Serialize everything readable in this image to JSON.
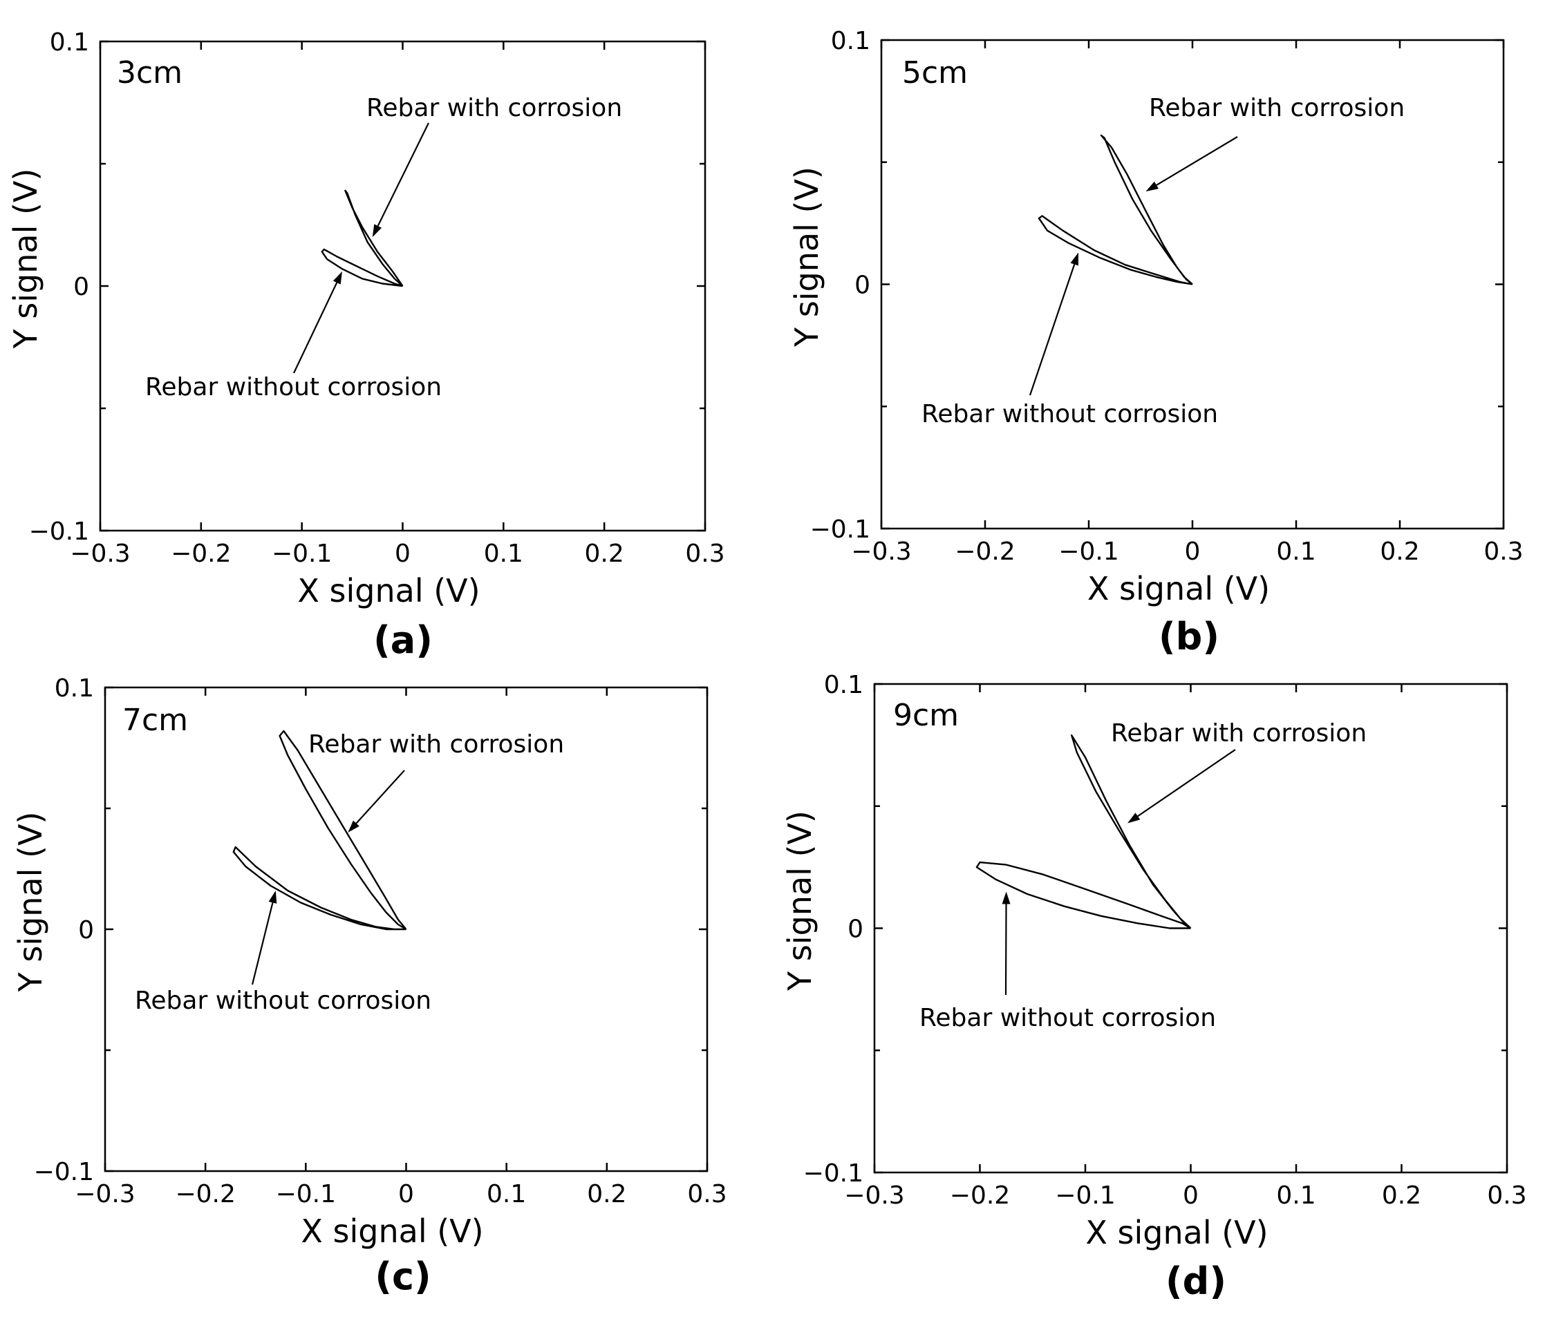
{
  "chart_data": [
    {
      "type": "line",
      "panel": "(a)",
      "depth_label": "3cm",
      "xlabel": "X signal (V)",
      "ylabel": "Y signal (V)",
      "xlim": [
        -0.3,
        0.3
      ],
      "ylim": [
        -0.1,
        0.1
      ],
      "xticks": [
        "−0.3",
        "−0.2",
        "−0.1",
        "0",
        "0.1",
        "0.2",
        "0.3"
      ],
      "yticks": [
        "−0.1",
        "0",
        "0.1"
      ],
      "grid": false,
      "annotations": [
        {
          "text": "Rebar with corrosion",
          "arrow_to": [
            -0.03,
            0.02
          ]
        },
        {
          "text": "Rebar without corrosion",
          "arrow_to": [
            -0.06,
            0.006
          ]
        }
      ],
      "series": [
        {
          "name": "Rebar with corrosion",
          "x": [
            0,
            -0.01,
            -0.025,
            -0.04,
            -0.05,
            -0.057,
            -0.055,
            -0.047,
            -0.035,
            -0.02,
            -0.008,
            0
          ],
          "y": [
            0,
            0.006,
            0.014,
            0.024,
            0.032,
            0.039,
            0.038,
            0.029,
            0.018,
            0.009,
            0.003,
            0
          ]
        },
        {
          "name": "Rebar without corrosion",
          "x": [
            0,
            -0.02,
            -0.04,
            -0.06,
            -0.075,
            -0.08,
            -0.078,
            -0.065,
            -0.045,
            -0.025,
            -0.008,
            0
          ],
          "y": [
            0,
            0.001,
            0.003,
            0.007,
            0.011,
            0.014,
            0.015,
            0.012,
            0.008,
            0.004,
            0.001,
            0
          ]
        }
      ]
    },
    {
      "type": "line",
      "panel": "(b)",
      "depth_label": "5cm",
      "xlabel": "X signal (V)",
      "ylabel": "Y signal (V)",
      "xlim": [
        -0.3,
        0.3
      ],
      "ylim": [
        -0.1,
        0.1
      ],
      "xticks": [
        "−0.3",
        "−0.2",
        "−0.1",
        "0",
        "0.1",
        "0.2",
        "0.3"
      ],
      "yticks": [
        "−0.1",
        "0",
        "0.1"
      ],
      "grid": false,
      "annotations": [
        {
          "text": "Rebar with corrosion",
          "arrow_to": [
            -0.045,
            0.038
          ]
        },
        {
          "text": "Rebar without corrosion",
          "arrow_to": [
            -0.11,
            0.013
          ]
        }
      ],
      "series": [
        {
          "name": "Rebar with corrosion",
          "x": [
            0,
            -0.006,
            -0.015,
            -0.028,
            -0.045,
            -0.063,
            -0.078,
            -0.088,
            -0.085,
            -0.075,
            -0.058,
            -0.04,
            -0.022,
            -0.008,
            0
          ],
          "y": [
            0,
            0.002,
            0.007,
            0.016,
            0.03,
            0.045,
            0.056,
            0.061,
            0.06,
            0.05,
            0.035,
            0.022,
            0.011,
            0.003,
            0
          ]
        },
        {
          "name": "Rebar without corrosion",
          "x": [
            0,
            -0.015,
            -0.035,
            -0.06,
            -0.09,
            -0.12,
            -0.14,
            -0.148,
            -0.145,
            -0.125,
            -0.095,
            -0.065,
            -0.035,
            -0.012,
            0
          ],
          "y": [
            0,
            0.001,
            0.003,
            0.006,
            0.011,
            0.017,
            0.022,
            0.027,
            0.028,
            0.022,
            0.014,
            0.008,
            0.004,
            0.001,
            0
          ]
        }
      ]
    },
    {
      "type": "line",
      "panel": "(c)",
      "depth_label": "7cm",
      "xlabel": "X signal (V)",
      "ylabel": "Y signal (V)",
      "xlim": [
        -0.3,
        0.3
      ],
      "ylim": [
        -0.1,
        0.1
      ],
      "xticks": [
        "−0.3",
        "−0.2",
        "−0.1",
        "0",
        "0.1",
        "0.2",
        "0.3"
      ],
      "yticks": [
        "−0.1",
        "0",
        "0.1"
      ],
      "grid": false,
      "annotations": [
        {
          "text": "Rebar with corrosion",
          "arrow_to": [
            -0.058,
            0.04
          ]
        },
        {
          "text": "Rebar without corrosion",
          "arrow_to": [
            -0.13,
            0.016
          ]
        }
      ],
      "series": [
        {
          "name": "Rebar with corrosion",
          "x": [
            0,
            -0.008,
            -0.02,
            -0.035,
            -0.055,
            -0.078,
            -0.1,
            -0.118,
            -0.126,
            -0.122,
            -0.108,
            -0.088,
            -0.065,
            -0.042,
            -0.022,
            -0.008,
            0
          ],
          "y": [
            0,
            0.002,
            0.007,
            0.015,
            0.027,
            0.042,
            0.058,
            0.072,
            0.08,
            0.082,
            0.074,
            0.06,
            0.044,
            0.028,
            0.014,
            0.004,
            0
          ]
        },
        {
          "name": "Rebar without corrosion",
          "x": [
            0,
            -0.02,
            -0.045,
            -0.075,
            -0.105,
            -0.135,
            -0.16,
            -0.172,
            -0.17,
            -0.15,
            -0.118,
            -0.085,
            -0.055,
            -0.03,
            -0.012,
            0
          ],
          "y": [
            0,
            0.0,
            0.002,
            0.006,
            0.011,
            0.018,
            0.026,
            0.032,
            0.034,
            0.026,
            0.016,
            0.009,
            0.004,
            0.001,
            0.0,
            0
          ]
        }
      ]
    },
    {
      "type": "line",
      "panel": "(d)",
      "depth_label": "9cm",
      "xlabel": "X signal (V)",
      "ylabel": "Y signal (V)",
      "xlim": [
        -0.3,
        0.3
      ],
      "ylim": [
        -0.1,
        0.1
      ],
      "xticks": [
        "−0.3",
        "−0.2",
        "−0.1",
        "0",
        "0.1",
        "0.2",
        "0.3"
      ],
      "yticks": [
        "−0.1",
        "0",
        "0.1"
      ],
      "grid": false,
      "annotations": [
        {
          "text": "Rebar with corrosion",
          "arrow_to": [
            -0.06,
            0.043
          ]
        },
        {
          "text": "Rebar without corrosion",
          "arrow_to": [
            -0.175,
            0.015
          ]
        }
      ],
      "series": [
        {
          "name": "Rebar with corrosion",
          "x": [
            0,
            -0.01,
            -0.025,
            -0.045,
            -0.068,
            -0.09,
            -0.108,
            -0.113,
            -0.1,
            -0.08,
            -0.058,
            -0.036,
            -0.018,
            -0.006,
            0
          ],
          "y": [
            0,
            0.004,
            0.012,
            0.024,
            0.04,
            0.056,
            0.072,
            0.079,
            0.07,
            0.052,
            0.034,
            0.018,
            0.008,
            0.002,
            0
          ]
        },
        {
          "name": "Rebar without corrosion",
          "x": [
            0,
            -0.02,
            -0.05,
            -0.085,
            -0.12,
            -0.155,
            -0.185,
            -0.203,
            -0.2,
            -0.175,
            -0.14,
            -0.1,
            -0.06,
            -0.028,
            -0.008,
            0
          ],
          "y": [
            0,
            0.0,
            0.002,
            0.005,
            0.009,
            0.014,
            0.02,
            0.025,
            0.027,
            0.026,
            0.022,
            0.016,
            0.01,
            0.005,
            0.002,
            0
          ]
        }
      ]
    }
  ]
}
